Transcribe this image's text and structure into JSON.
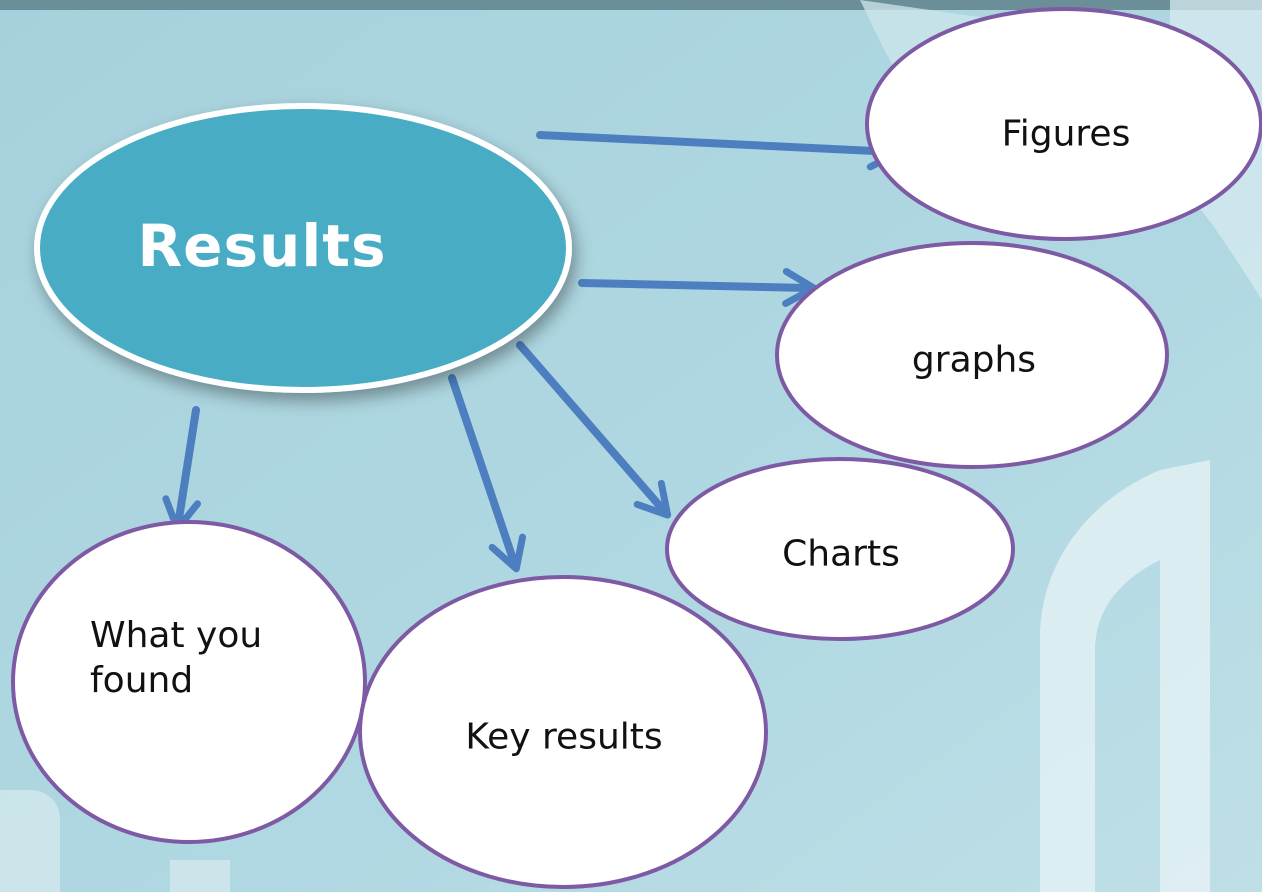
{
  "diagram": {
    "title": "Results",
    "nodes": [
      {
        "id": "figures",
        "label": "Figures"
      },
      {
        "id": "graphs",
        "label": "graphs"
      },
      {
        "id": "charts",
        "label": "Charts"
      },
      {
        "id": "what-you-found",
        "label": "What you\nfound"
      },
      {
        "id": "key-results",
        "label": "Key results"
      }
    ],
    "edges": [
      {
        "from": "results",
        "to": "figures"
      },
      {
        "from": "results",
        "to": "graphs"
      },
      {
        "from": "results",
        "to": "charts"
      },
      {
        "from": "results",
        "to": "key-results"
      },
      {
        "from": "results",
        "to": "what-you-found"
      }
    ]
  },
  "colors": {
    "background": "#a9d4df",
    "center_fill": "#4aacc5",
    "center_outline": "#ffffff",
    "node_fill": "#ffffff",
    "node_outline": "#7d5aa3",
    "arrow": "#4d7fc0"
  }
}
